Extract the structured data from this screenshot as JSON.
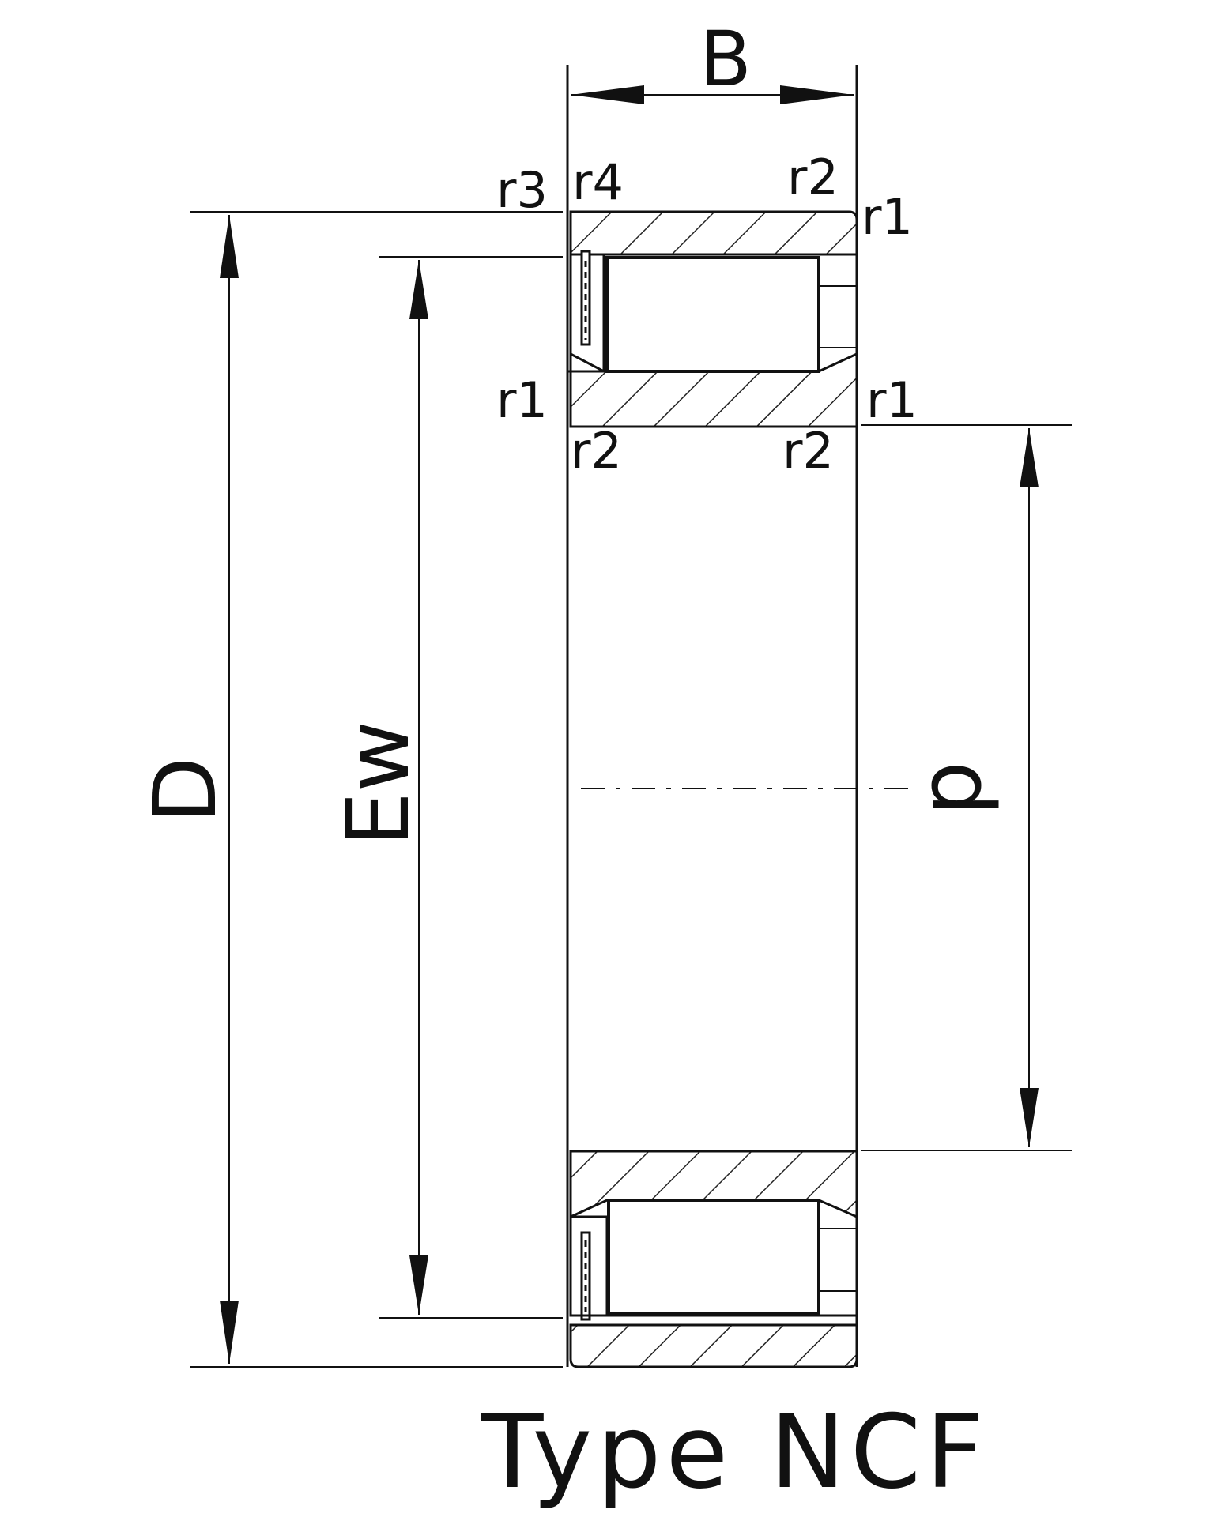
{
  "labels": {
    "B": "B",
    "D": "D",
    "Ew": "Ew",
    "d": "d",
    "r1_top": "r1",
    "r2_top": "r2",
    "r3": "r3",
    "r4": "r4",
    "r1_mid_left": "r1",
    "r1_mid_right": "r1",
    "r2_mid_left": "r2",
    "r2_mid_right": "r2"
  },
  "caption": "Type NCF",
  "colors": {
    "line": "#111111",
    "hatch": "#222222",
    "background": "#ffffff"
  }
}
